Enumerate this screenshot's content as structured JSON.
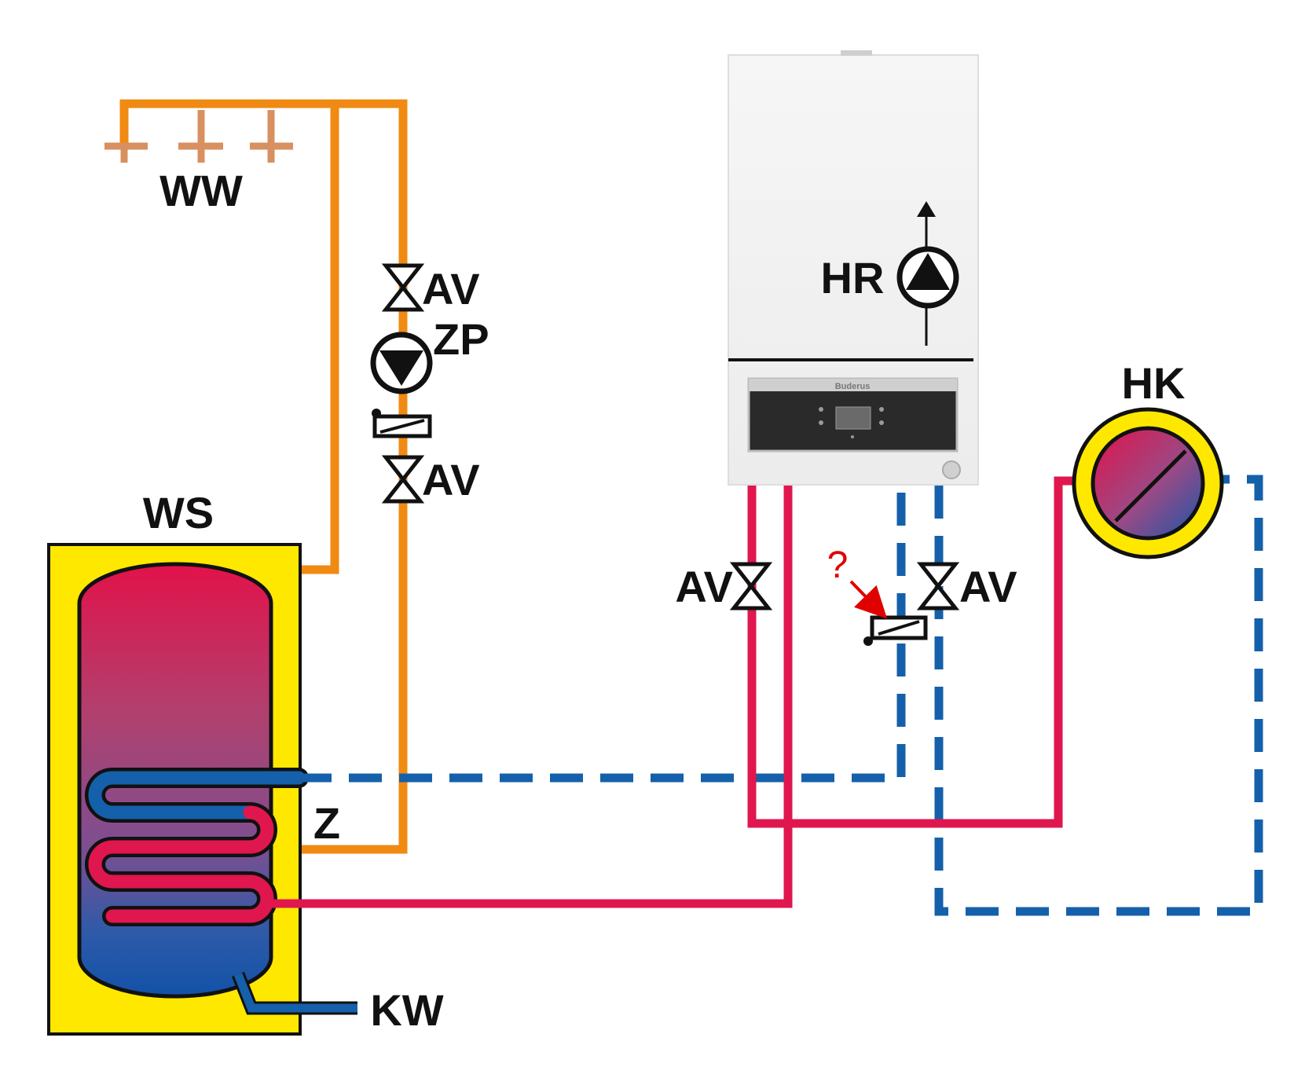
{
  "labels": {
    "ww": "WW",
    "av_top": "AV",
    "zp": "ZP",
    "av_mid": "AV",
    "ws": "WS",
    "z": "Z",
    "kw": "KW",
    "hr": "HR",
    "hk": "HK",
    "av_flow": "AV",
    "av_return": "AV",
    "question": "?"
  },
  "boiler": {
    "brand": "Buderus"
  },
  "colors": {
    "hot_water_pipe": "#F08A12",
    "heating_flow": "#E0164F",
    "heating_return": "#1560AA",
    "cold_water": "#1560AA",
    "tank_casing": "#FFE800",
    "tap_outlet": "#D89060",
    "annotation": "#E00000"
  }
}
